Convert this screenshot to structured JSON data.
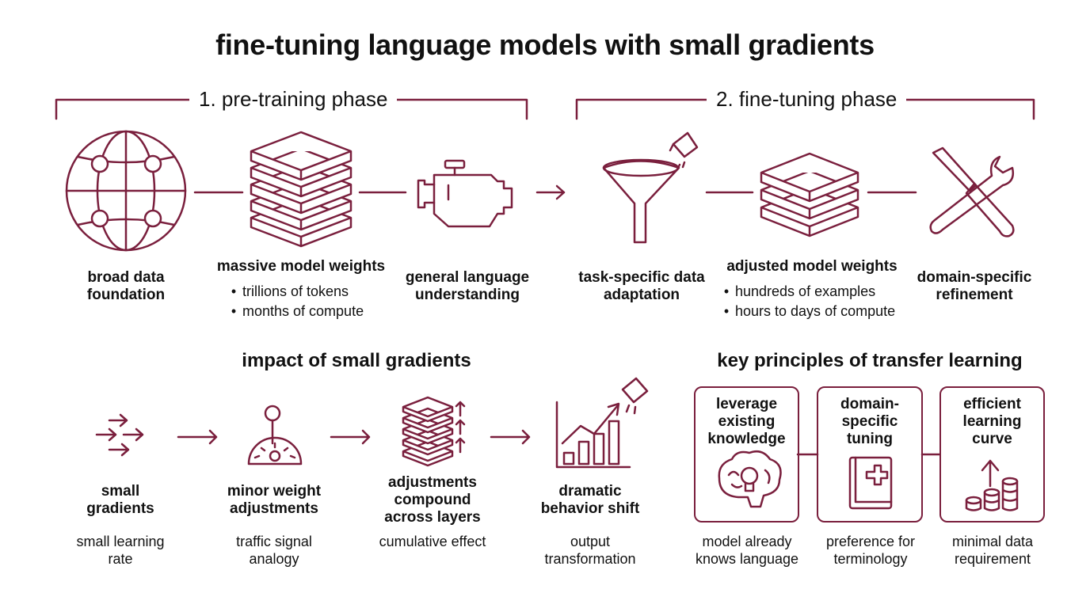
{
  "title": "fine-tuning language models with small gradients",
  "colors": {
    "accent": "#7a1f3d",
    "text": "#111111",
    "background": "#ffffff"
  },
  "phases": [
    {
      "label": "1. pre-training phase",
      "steps": [
        {
          "icon": "globe-icon",
          "label": "broad data foundation",
          "bullets": []
        },
        {
          "icon": "stacked-layers-icon",
          "label": "massive model weights",
          "bullets": [
            "trillions of tokens",
            "months of compute"
          ]
        },
        {
          "icon": "engine-icon",
          "label": "general language understanding",
          "bullets": []
        }
      ]
    },
    {
      "label": "2. fine-tuning phase",
      "steps": [
        {
          "icon": "funnel-icon",
          "label": "task-specific data adaptation",
          "bullets": []
        },
        {
          "icon": "stacked-layers-icon",
          "label": "adjusted model weights",
          "bullets": [
            "hundreds of examples",
            "hours to days of compute"
          ]
        },
        {
          "icon": "tools-icon",
          "label": "domain-specific refinement",
          "bullets": []
        }
      ]
    }
  ],
  "impact": {
    "heading": "impact of small gradients",
    "steps": [
      {
        "icon": "arrows-icon",
        "label": "small gradients",
        "sub": "small learning rate"
      },
      {
        "icon": "gauge-lever-icon",
        "label": "minor weight adjustments",
        "sub": "traffic signal analogy"
      },
      {
        "icon": "layers-up-icon",
        "label": "adjustments compound across layers",
        "sub": "cumulative effect"
      },
      {
        "icon": "growth-chart-icon",
        "label": "dramatic behavior shift",
        "sub": "output transformation"
      }
    ]
  },
  "principles": {
    "heading": "key principles of transfer learning",
    "cards": [
      {
        "icon": "brain-bulb-icon",
        "title": "leverage existing knowledge",
        "sub": "model already knows language"
      },
      {
        "icon": "medical-book-icon",
        "title": "domain-specific tuning",
        "sub": "preference for terminology"
      },
      {
        "icon": "coins-arrow-icon",
        "title": "efficient learning curve",
        "sub": "minimal data requirement"
      }
    ]
  }
}
